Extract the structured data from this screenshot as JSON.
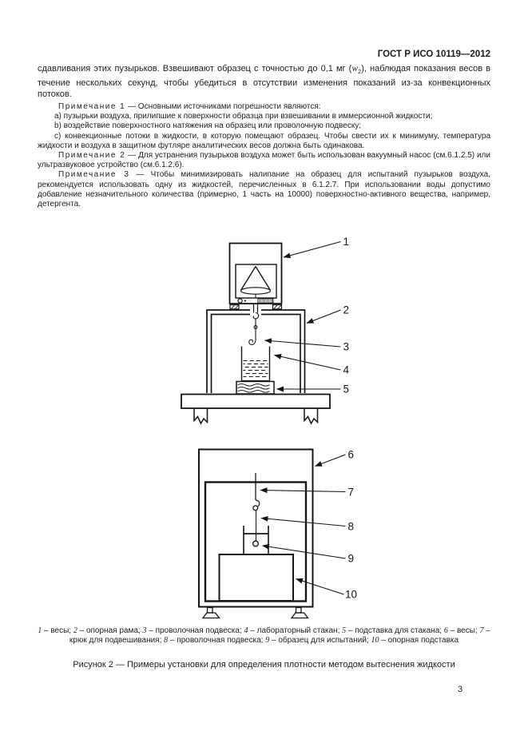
{
  "header": {
    "title": "ГОСТ Р ИСО 10119—2012"
  },
  "body": {
    "para1": {
      "before": "сдавливания этих пузырьков. Взвешивают образец с точностью до 0,1 мг (",
      "var": "w",
      "sub": "2",
      "after": "), наблюдая показания весов в течение нескольких секунд, чтобы убедиться в отсутствии изменения показаний из-за конвекционных потоков."
    },
    "notes": [
      {
        "label": "Примечание 1",
        "dash_text": " — Основными источниками погрешности являются:",
        "items": [
          "a) пузырьки воздуха, прилипшие к поверхности образца при взвешивании в иммерсионной жидкости;",
          "b) воздействие поверхностного натяжения на образец или проволочную подвеску;",
          "c) конвекционные потоки в жидкости, в которую помещают образец. Чтобы свести их к минимуму, температура жидкости и воздуха в защитном футляре аналитических весов должна быть одинакова."
        ]
      },
      {
        "label": "Примечание 2",
        "dash_text": " — Для устранения пузырьков воздуха может быть использован вакуумный насос (см.6.1.2.5) или ультразвуковое устройство (см.6.1.2.6)."
      },
      {
        "label": "Примечание 3",
        "dash_text": " — Чтобы минимизировать налипание на образец для испытаний пузырьков воздуха, рекомендуется использовать одну из жидкостей, перечисленных в 6.1.2.7. При использовании воды допустимо добавление незначительного количества (примерно, 1 часть на 10000) поверхностно-активного вещества, например, детергента."
      }
    ]
  },
  "figure": {
    "callouts": [
      "1",
      "2",
      "3",
      "4",
      "5",
      "6",
      "7",
      "8",
      "9",
      "10"
    ],
    "legend": [
      {
        "n": "1",
        "t": "весы"
      },
      {
        "n": "2",
        "t": "опорная рама"
      },
      {
        "n": "3",
        "t": "проволочная подвеска"
      },
      {
        "n": "4",
        "t": "лабораторный стакан"
      },
      {
        "n": "5",
        "t": "подставка для стакана"
      },
      {
        "n": "6",
        "t": "весы"
      },
      {
        "n": "7",
        "t": "крюк для подвешивания"
      },
      {
        "n": "8",
        "t": "проволочная подвеска"
      },
      {
        "n": "9",
        "t": "образец для испытаний"
      },
      {
        "n": "10",
        "t": "опорная подставка"
      }
    ],
    "caption": "Рисунок 2 — Примеры установки для определения плотности методом вытеснения жидкости"
  },
  "page_number": "3"
}
